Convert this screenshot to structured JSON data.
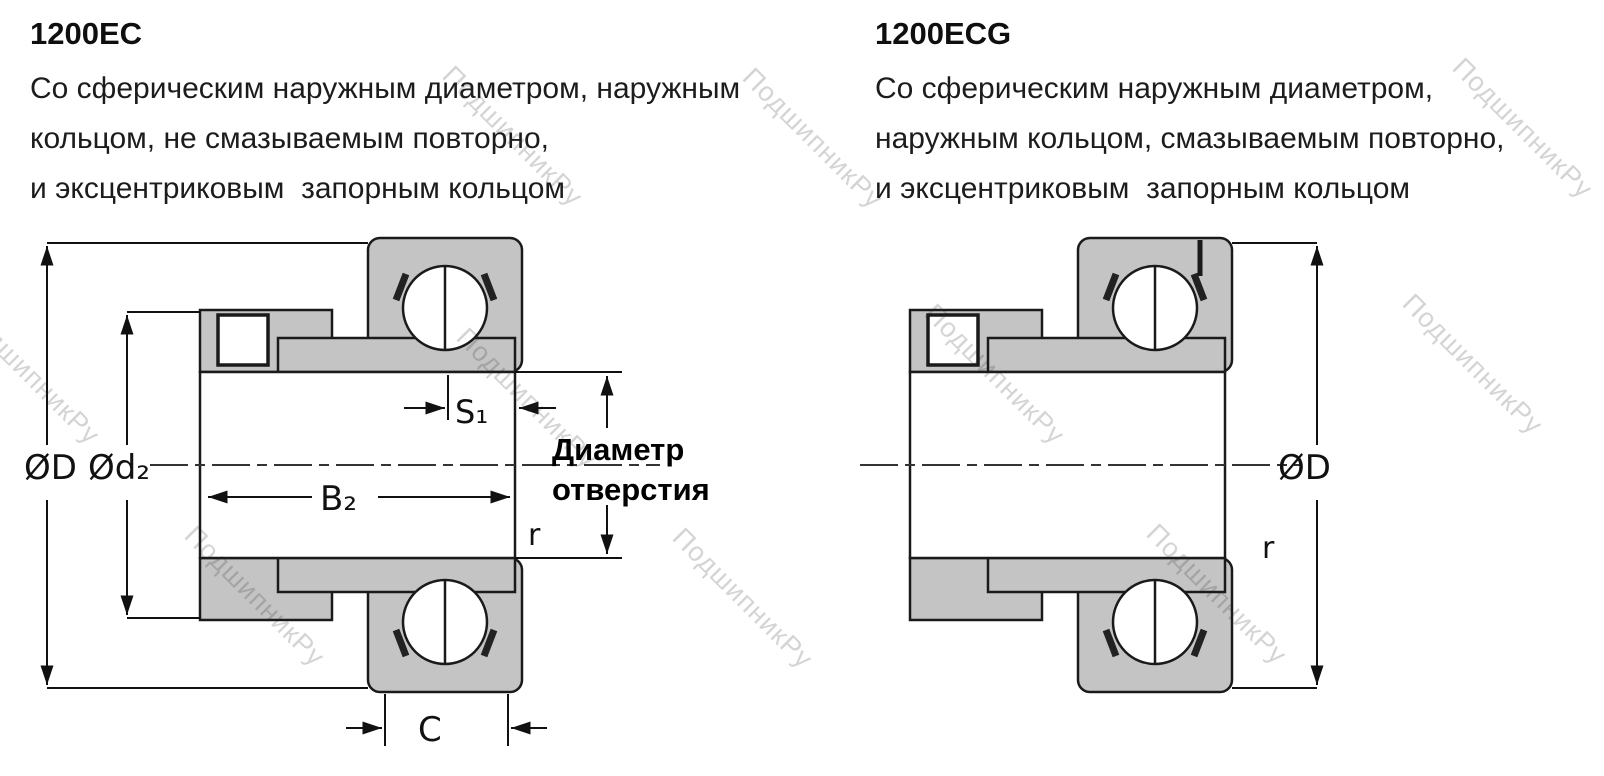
{
  "watermark": {
    "text": "ПодшипникРу",
    "color": "#c7c7c7"
  },
  "left": {
    "title": "1200EC",
    "description_lines": [
      "Со сферическим наружным диаметром, наружным",
      "кольцом, не смазываемым повторно,",
      "и эксцентриковым  запорным кольцом"
    ],
    "labels": {
      "outer_diameter": "ØD",
      "inner_diameter": "Ød₂",
      "s1": "S₁",
      "b2": "B₂",
      "bore_title_line1": "Диаметр",
      "bore_title_line2": "отверстия",
      "fillet": "r",
      "c": "C"
    }
  },
  "right": {
    "title": "1200ECG",
    "description_lines": [
      "Со сферическим наружным диаметром,",
      "наружным кольцом, смазываемым повторно,",
      "и эксцентриковым  запорным кольцом"
    ],
    "labels": {
      "outer_diameter": "ØD",
      "fillet": "r"
    }
  }
}
